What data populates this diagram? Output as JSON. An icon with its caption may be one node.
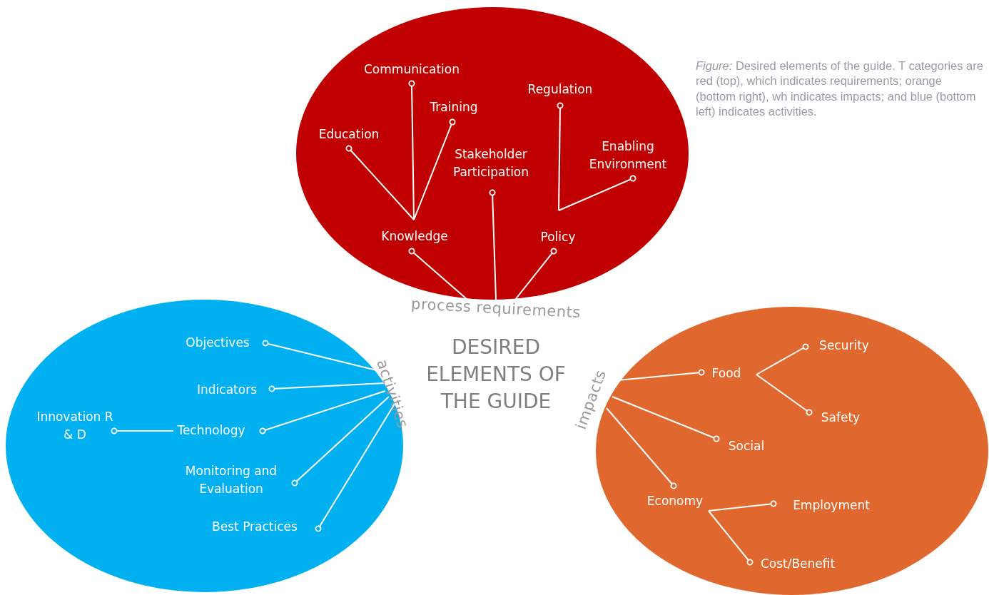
{
  "diagram": {
    "title": "DESIRED ELEMENTS OF THE GUIDE",
    "caption": "*Figure:* Desired elements of the guide. T categories are red (top), which indicates requirements; orange (bottom right), wh indicates impacts; and blue (bottom left) indicates activities.",
    "nodes": [
      {
        "text": [],
        "shape": "ellipse"
      },
      {
        "text": [
          "process requirements"
        ]
      },
      {
        "text": [
          "Communication"
        ],
        "in": 0
      },
      {
        "text": [
          "Training"
        ],
        "in": 0
      },
      {
        "text": [
          "Education"
        ],
        "in": 0
      },
      {
        "text": [
          "Stakeholder Participation"
        ],
        "in": 0
      },
      {
        "text": [
          "Regulation"
        ],
        "in": 0
      },
      {
        "text": [
          "Enabling Environment"
        ],
        "in": 0
      },
      {
        "text": [
          "Knowledge"
        ],
        "in": 0
      },
      {
        "text": [
          "Policy"
        ],
        "in": 0
      },
      {
        "text": [],
        "shape": "ellipse"
      },
      {
        "text": [
          "activities"
        ]
      },
      {
        "text": [
          "Objectives"
        ],
        "in": 10
      },
      {
        "text": [
          "Indicators"
        ],
        "in": 10
      },
      {
        "text": [
          "Innovation R & D"
        ],
        "in": 10
      },
      {
        "text": [
          "Technology"
        ],
        "in": 10
      },
      {
        "text": [
          "Monitoring and Evaluation"
        ],
        "in": 10
      },
      {
        "text": [
          "Best Practices"
        ],
        "in": 10
      },
      {
        "text": [],
        "shape": "ellipse"
      },
      {
        "text": [
          "impacts"
        ]
      },
      {
        "text": [
          "Security"
        ],
        "in": 18
      },
      {
        "text": [
          "Food"
        ],
        "in": 18
      },
      {
        "text": [
          "Safety"
        ],
        "in": 18
      },
      {
        "text": [
          "Social"
        ],
        "in": 18
      },
      {
        "text": [
          "Economy"
        ],
        "in": 18
      },
      {
        "text": [
          "Employment"
        ],
        "in": 18
      },
      {
        "text": [
          "Cost/Benefit"
        ],
        "in": 18
      }
    ],
    "edges": [
      {
        "from": 1,
        "to": 8,
        "arrow": "other"
      },
      {
        "from": 1,
        "to": 5,
        "arrow": "other"
      },
      {
        "from": 1,
        "to": 9,
        "arrow": "other"
      },
      {
        "from": 8,
        "to": 4,
        "arrow": "other"
      },
      {
        "from": 8,
        "to": 2,
        "arrow": "other"
      },
      {
        "from": 8,
        "to": 3,
        "arrow": "other"
      },
      {
        "from": 9,
        "to": 6,
        "arrow": "other"
      },
      {
        "from": 9,
        "to": 7,
        "arrow": "other"
      },
      {
        "from": 11,
        "to": 12,
        "arrow": "other"
      },
      {
        "from": 11,
        "to": 13,
        "arrow": "other"
      },
      {
        "from": 11,
        "to": 15,
        "arrow": "other"
      },
      {
        "from": 11,
        "to": 16,
        "arrow": "other"
      },
      {
        "from": 11,
        "to": 17,
        "arrow": "other"
      },
      {
        "from": 15,
        "to": 14,
        "arrow": "other"
      },
      {
        "from": 19,
        "to": 21,
        "arrow": "other"
      },
      {
        "from": 19,
        "to": 23,
        "arrow": "other"
      },
      {
        "from": 19,
        "to": 24,
        "arrow": "other"
      },
      {
        "from": 21,
        "to": 20,
        "arrow": "other"
      },
      {
        "from": 21,
        "to": 22,
        "arrow": "other"
      },
      {
        "from": 24,
        "to": 25,
        "arrow": "other"
      },
      {
        "from": 24,
        "to": 26,
        "arrow": "other"
      }
    ]
  }
}
